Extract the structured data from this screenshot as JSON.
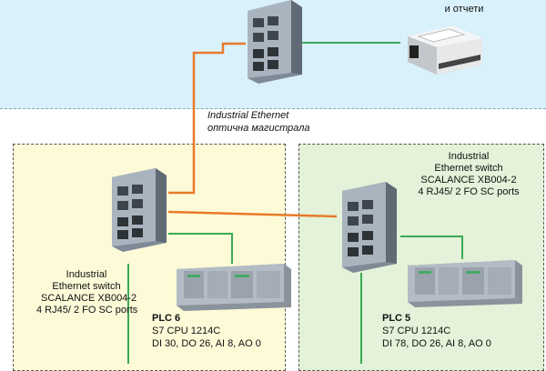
{
  "top": {
    "report_label_line1": "",
    "report_label_line2": "и отчети"
  },
  "backbone": {
    "line1": "Industrial Ethernet",
    "line2": "оптична магистрала"
  },
  "left_switch": {
    "line1": "Industrial",
    "line2": "Ethernet  switch",
    "line3": "SCALANCE XB004-2",
    "line4": "4 RJ45/ 2 FO SC ports"
  },
  "right_switch": {
    "line1": "Industrial",
    "line2": "Ethernet  switch",
    "line3": "SCALANCE XB004-2",
    "line4": "4 RJ45/ 2 FO SC ports"
  },
  "plc6": {
    "name": "PLC 6",
    "model": "S7 CPU 1214C",
    "io": "DI 30, DO 26, AI 8, AO 0"
  },
  "plc5": {
    "name": "PLC 5",
    "model": "S7 CPU 1214C",
    "io": "DI 78, DO 26, AI 8, AO 0"
  },
  "colors": {
    "fiber": "#e87a2a",
    "ethernet": "#3aaa55",
    "zone_top": "#d9f1fb",
    "zone_left": "#fdfad8",
    "zone_right": "#e3f2d8"
  }
}
